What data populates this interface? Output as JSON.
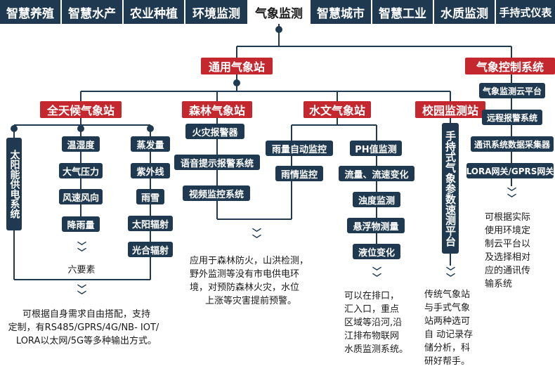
{
  "tabs": [
    {
      "label": "智慧养殖"
    },
    {
      "label": "智慧水产"
    },
    {
      "label": "农业种植"
    },
    {
      "label": "环境监测"
    },
    {
      "label": "气象监测"
    },
    {
      "label": "智慧城市"
    },
    {
      "label": "智慧工业"
    },
    {
      "label": "水质监测"
    },
    {
      "label": "手持式仪表"
    }
  ],
  "active_tab": "气象监测",
  "tree": {
    "general_station": "通用气象站",
    "control_system": "气象控制系统",
    "control_items": [
      "气象监测云平台",
      "远程报警系统",
      "通讯系统数据采集器",
      "LORA网关/GPRS网关"
    ],
    "control_desc": [
      "可根据实际",
      "使用环境定",
      "制云平台以",
      "及选择相对",
      "应的通讯传",
      "输系统"
    ],
    "all_weather": {
      "title": "全天候气象站",
      "left_vertical": "太阳能供电系统",
      "col1": [
        "温湿度",
        "大气压力",
        "风速风向",
        "降雨量"
      ],
      "col2": [
        "蒸发量",
        "紫外线",
        "雨雪",
        "太阳辐射",
        "光合辐射"
      ],
      "six_elements": "六要素",
      "desc": [
        "可根据自身需求自由搭配，支持",
        "定制，有RS485/GPRS/4G/NB- IOT/",
        "LORA以太网/5G等多种输出方式。"
      ]
    },
    "forest": {
      "title": "森林气象站",
      "items": [
        "火灾报警器",
        "语音提示报警系统",
        "视频监控系统"
      ],
      "desc": [
        "应用于森林防火，山洪检测，",
        "野外监测等没有市电供电环",
        "境，对预防森林火灾，水位",
        "上涨等灾害提前预警。"
      ]
    },
    "hydro": {
      "title": "水文气象站",
      "left_items": [
        "雨量自动监控",
        "雨情监控"
      ],
      "right_items": [
        "PH值监测",
        "流量、流速变化",
        "浊度监测",
        "悬浮物测量",
        "液位变化"
      ],
      "desc": [
        "可以在排口，",
        "汇入口，重点",
        "区域等沿河,沿",
        "江排布物联网",
        "水质监测系统。"
      ]
    },
    "campus": {
      "title": "校园监测站",
      "vertical": "手持式气象参数速测平台",
      "desc": [
        "传统气象站",
        "与手式气象",
        "站两种选可",
        "自 动记录存",
        "储分析，科",
        "研好帮手。"
      ]
    }
  },
  "colors": {
    "navy": "#1f3a50",
    "red": "#c5272e"
  }
}
